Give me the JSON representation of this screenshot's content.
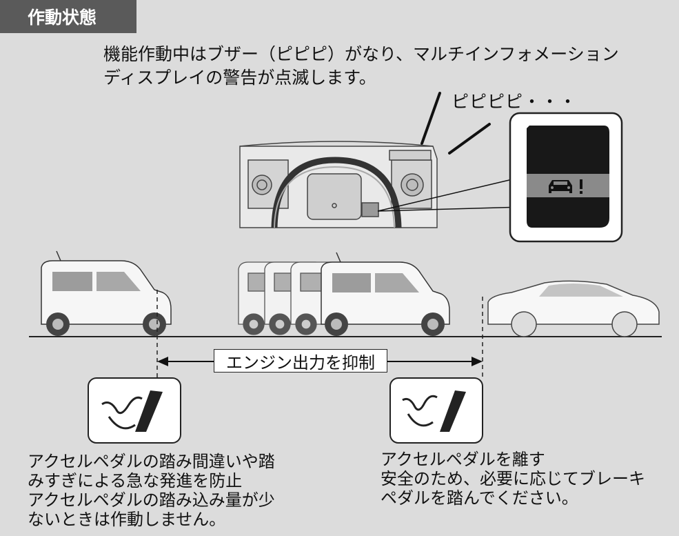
{
  "section_title": "作動状態",
  "intro_text": "機能作動中はブザー（ピピピ）がなり、マルチインフォメーション\nディスプレイの警告が点滅します。",
  "beep_text": "ピピピピ・・・",
  "range_label": "エンジン出力を抑制",
  "left_caption": "アクセルペダルの踏み間違いや踏\nみすぎによる急な発進を防止\nアクセルペダルの踏み込み量が少\nないときは作動しません。",
  "right_caption": "アクセルペダルを離す\n安全のため、必要に応じてブレーキ\nペダルを踏んでください。",
  "icons": {
    "warning": "car-warning-icon",
    "pedal_pressed": "foot-pressing-accelerator-icon",
    "pedal_released": "foot-releasing-accelerator-icon"
  }
}
